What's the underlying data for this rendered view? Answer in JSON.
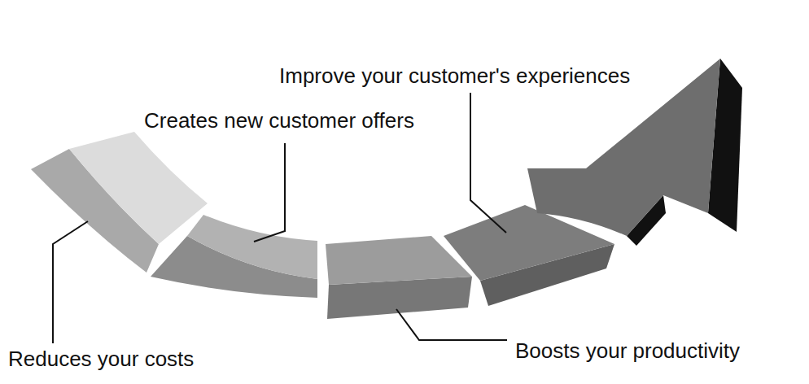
{
  "diagram": {
    "labels": [
      "Improve your customer's experiences",
      "Creates new customer offers",
      "Reduces your costs",
      "Boosts your productivity"
    ]
  }
}
